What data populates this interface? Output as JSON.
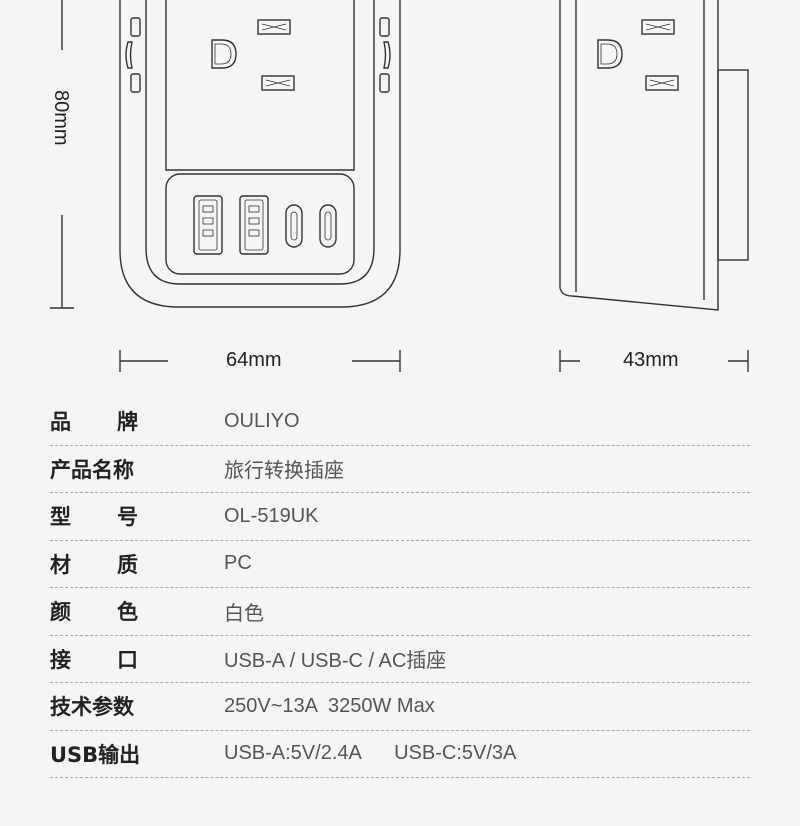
{
  "dimensions": {
    "height": "80mm",
    "width": "64mm",
    "depth": "43mm"
  },
  "specs": [
    {
      "label_a": "品",
      "label_b": "牌",
      "value": "OULIYO"
    },
    {
      "label": "产品名称",
      "value": "旅行转换插座"
    },
    {
      "label_a": "型",
      "label_b": "号",
      "value": "OL-519UK"
    },
    {
      "label_a": "材",
      "label_b": "质",
      "value": "PC"
    },
    {
      "label_a": "颜",
      "label_b": "色",
      "value": "白色"
    },
    {
      "label_a": "接",
      "label_b": "口",
      "value": "USB-A / USB-C / AC插座"
    },
    {
      "label": "技术参数",
      "value": "250V~13A  3250W Max"
    },
    {
      "label": "USB输出",
      "value": "USB-A:5V/2.4A      USB-C:5V/3A"
    }
  ]
}
